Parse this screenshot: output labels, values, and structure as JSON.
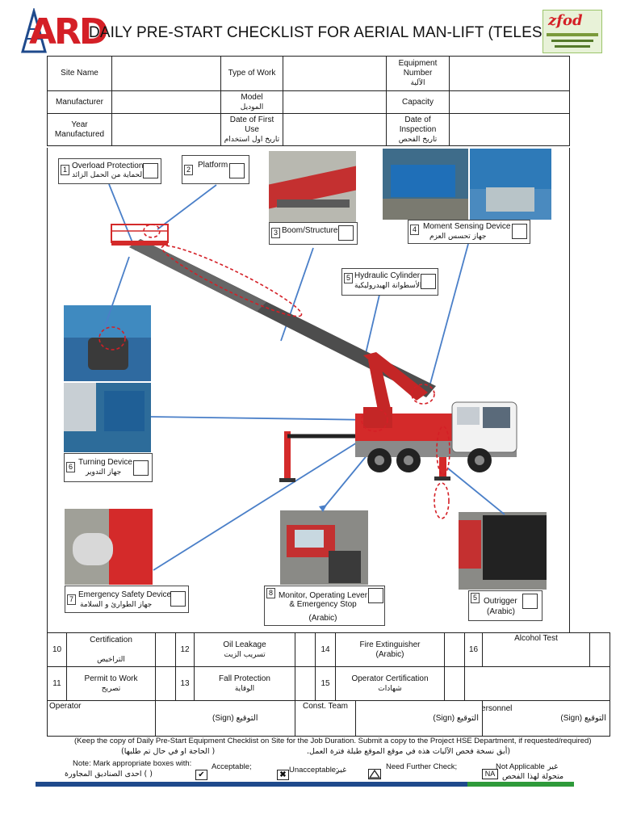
{
  "header": {
    "title": "DAILY PRE-START CHECKLIST FOR AERIAL MAN-LIFT (TELESCOPIC)",
    "logo_left": "ARD",
    "logo_right": "zfod"
  },
  "top_table": {
    "site_name": "Site Name",
    "type_of_work": "Type of Work",
    "equipment_number": "Equipment Number",
    "equipment_number_ar": "الآلية",
    "manufacturer": "Manufacturer",
    "model": "Model",
    "model_ar": "الموديل",
    "capacity": "Capacity",
    "year_manufactured": "Year Manufactured",
    "date_first_use": "Date of First Use",
    "date_first_use_ar": "تاريخ اول استخدام",
    "date_inspection": "Date of Inspection",
    "date_inspection_ar": "تاريخ الفحص"
  },
  "items": {
    "i1_num": "1",
    "i1_label": "Overload Protection",
    "i1_ar": "الحماية من الحمل الزائد",
    "i2_num": "2",
    "i2_label": "Platform",
    "i3_num": "3",
    "i3_label": "Boom/Structure",
    "i4_num": "4",
    "i4_label": "Moment Sensing Device",
    "i4_ar": "جهاز تحسس العزم",
    "i5a_num": "5",
    "i5a_label": "Hydraulic Cylinder",
    "i5a_ar": "الأسطوانة الهيدروليكية",
    "i6_num": "6",
    "i6_label": "Turning Device",
    "i6_ar": "جهاز التدوير",
    "i7_num": "7",
    "i7_label": "Emergency Safety Device",
    "i7_ar": "جهاز الطوارئ و السلامة",
    "i8_num": "8",
    "i8_label": "Monitor, Operating Lever & Emergency Stop",
    "i8_ar": "(Arabic)",
    "i5b_num": "5",
    "i5b_label": "Outrigger",
    "i5b_ar": "(Arabic)"
  },
  "bottom_table": {
    "n10": "10",
    "certification": "Certification",
    "certification_ar": "التراخيص",
    "n12": "12",
    "oil_leakage": "Oil Leakage",
    "oil_leakage_ar": "تسريب الزيت",
    "n14": "14",
    "fire_ext": "Fire Extinguisher",
    "fire_ext_ar": "(Arabic)",
    "n16": "16",
    "alcohol": "Alcohol Test",
    "n11": "11",
    "permit": "Permit to Work",
    "permit_ar": "تصريح",
    "n13": "13",
    "fall": "Fall Protection",
    "fall_ar": "الوقاية",
    "n15": "15",
    "operator_cert": "Operator Certification",
    "operator_cert_ar": "شهادات",
    "operator": "Operator",
    "sign1": "(Sign) التوقيع",
    "const_team": "Const. Team",
    "sign2": "(Sign) التوقيع",
    "hse": "HSE Personnel",
    "sign3": "(Sign) التوقيع"
  },
  "footer": {
    "keep_copy": "(Keep the copy of Daily Pre-Start Equipment Checklist  on Site for the Job Duration. Submit a copy to the Project HSE Department, if requested/required)",
    "keep_copy_ar": "(أبق نسخة فحص الآليات هذه في موقع الموقع طيلة فترة العمل.",
    "keep_copy_ar2": "(         الحاجة او في حال تم طلبها)",
    "note": "Note: Mark appropriate boxes with:",
    "note_ar": "(         ) احدى الصناديق المجاورة",
    "acceptable": "Acceptable;",
    "unacceptable": "Unacceptable;",
    "unacceptable_ar": "غير",
    "further": "Need Further Check;",
    "na": "Not Applicable",
    "na_ar": "غير",
    "na_ar2": "متحولة لهذا الفحص",
    "na_box": "NA"
  },
  "colors": {
    "red": "#d41f26",
    "blue": "#1f4a8c",
    "green": "#2e9a3a",
    "line": "#4a7fc8"
  }
}
